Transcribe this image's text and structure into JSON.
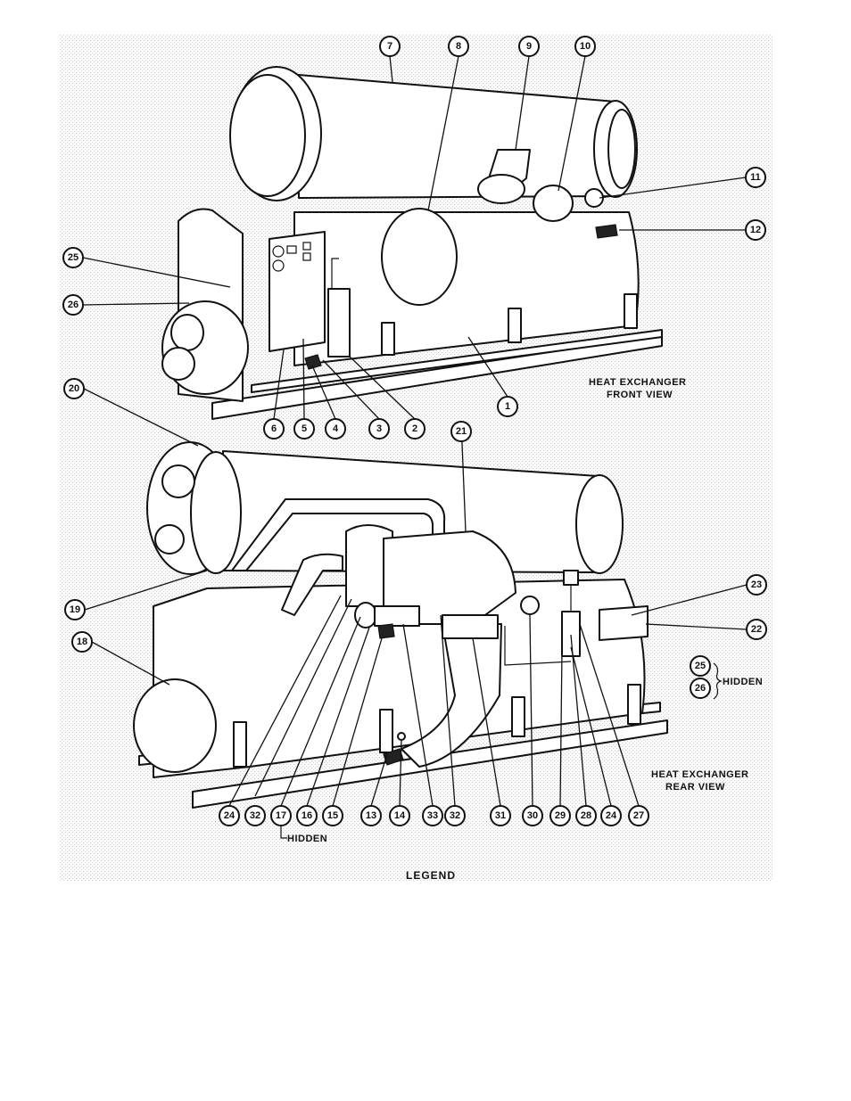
{
  "front_view_caption": [
    "HEAT EXCHANGER",
    "FRONT VIEW"
  ],
  "rear_view_caption": [
    "HEAT EXCHANGER",
    "REAR VIEW"
  ],
  "legend_label": "LEGEND",
  "hidden_label": "HIDDEN",
  "front_callouts": [
    "7",
    "8",
    "9",
    "10",
    "11",
    "12",
    "25",
    "26",
    "6",
    "5",
    "4",
    "3",
    "2",
    "1"
  ],
  "rear_callouts": [
    "20",
    "21",
    "23",
    "22",
    "19",
    "18",
    "25",
    "26",
    "24",
    "32",
    "17",
    "16",
    "15",
    "13",
    "14",
    "33",
    "32",
    "31",
    "30",
    "29",
    "28",
    "24",
    "27"
  ]
}
